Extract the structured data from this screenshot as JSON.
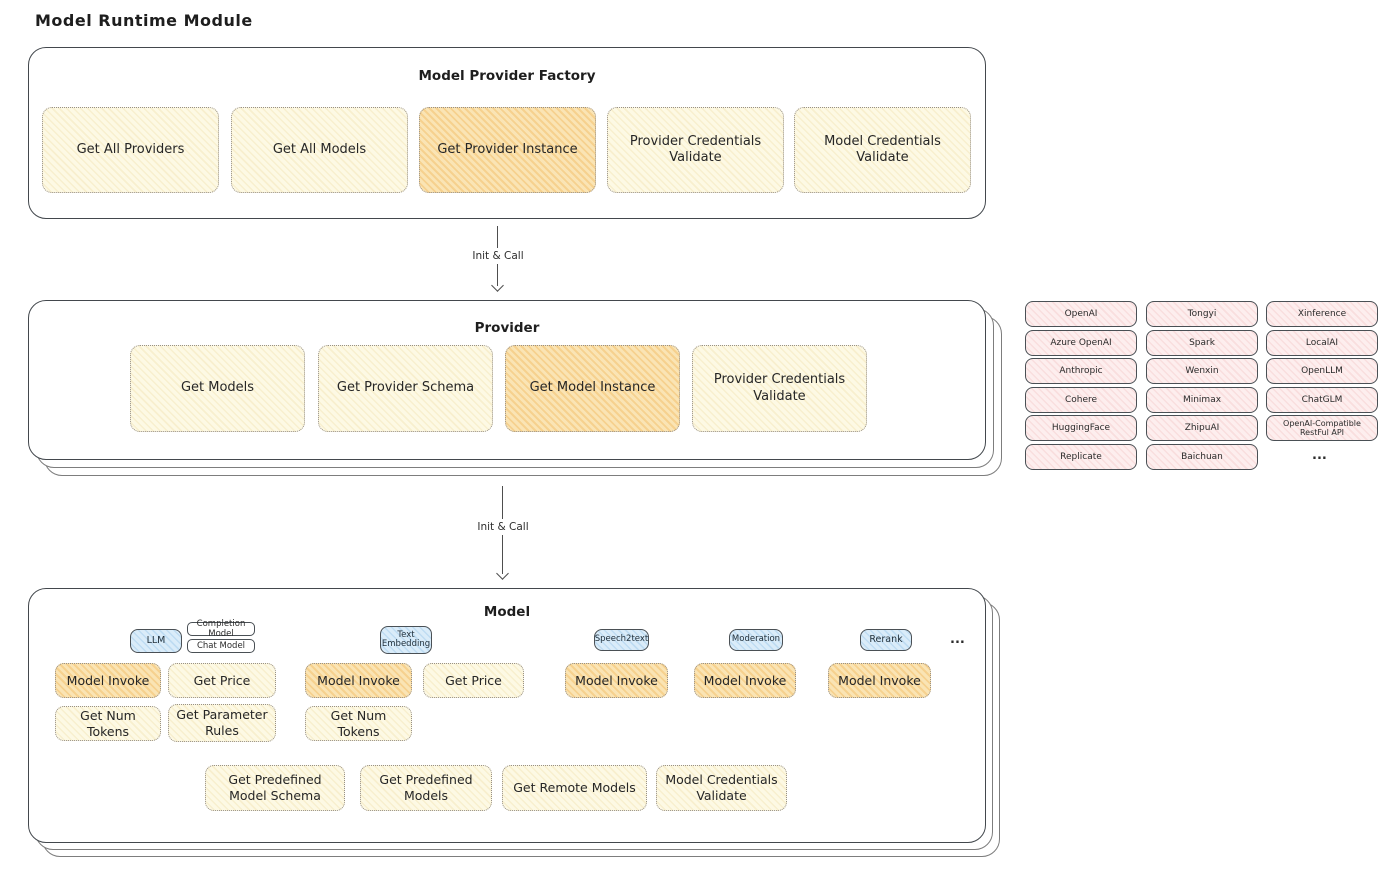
{
  "title": "Model Runtime Module",
  "arrows": {
    "arrow1_label": "Init & Call",
    "arrow2_label": "Init & Call"
  },
  "factory": {
    "title": "Model Provider Factory",
    "buttons": [
      "Get All Providers",
      "Get All Models",
      "Get Provider Instance",
      "Provider Credentials Validate",
      "Model Credentials Validate"
    ]
  },
  "provider": {
    "title": "Provider",
    "buttons": [
      "Get Models",
      "Get Provider Schema",
      "Get Model Instance",
      "Provider Credentials Validate"
    ]
  },
  "provider_vendors": {
    "items": [
      "OpenAI",
      "Tongyi",
      "Xinference",
      "Azure OpenAI",
      "Spark",
      "LocalAI",
      "Anthropic",
      "Wenxin",
      "OpenLLM",
      "Cohere",
      "Minimax",
      "ChatGLM",
      "HuggingFace",
      "ZhipuAI",
      "OpenAI-Compatible RestFul API",
      "Replicate",
      "Baichuan"
    ],
    "more": "..."
  },
  "model": {
    "title": "Model",
    "tabs": [
      "LLM",
      "Text Embedding",
      "Speech2text",
      "Moderation",
      "Rerank"
    ],
    "llm_subtypes": [
      "Completion Model",
      "Chat Model"
    ],
    "more": "...",
    "llm_buttons": [
      "Model Invoke",
      "Get Price",
      "Get Num Tokens",
      "Get Parameter Rules"
    ],
    "embedding_buttons": [
      "Model Invoke",
      "Get Price",
      "Get Num Tokens"
    ],
    "speech2text_buttons": [
      "Model Invoke"
    ],
    "moderation_buttons": [
      "Model Invoke"
    ],
    "rerank_buttons": [
      "Model Invoke"
    ],
    "common_buttons": [
      "Get Predefined Model Schema",
      "Get Predefined Models",
      "Get Remote Models",
      "Model Credentials Validate"
    ]
  },
  "colors": {
    "cream_fill": "#fdf9e4",
    "orange_fill": "#fae4b4",
    "pink_fill": "#fdeeee",
    "blue_fill": "#daecf9",
    "container_border": "#43484d",
    "dotted_border": "#979088"
  }
}
